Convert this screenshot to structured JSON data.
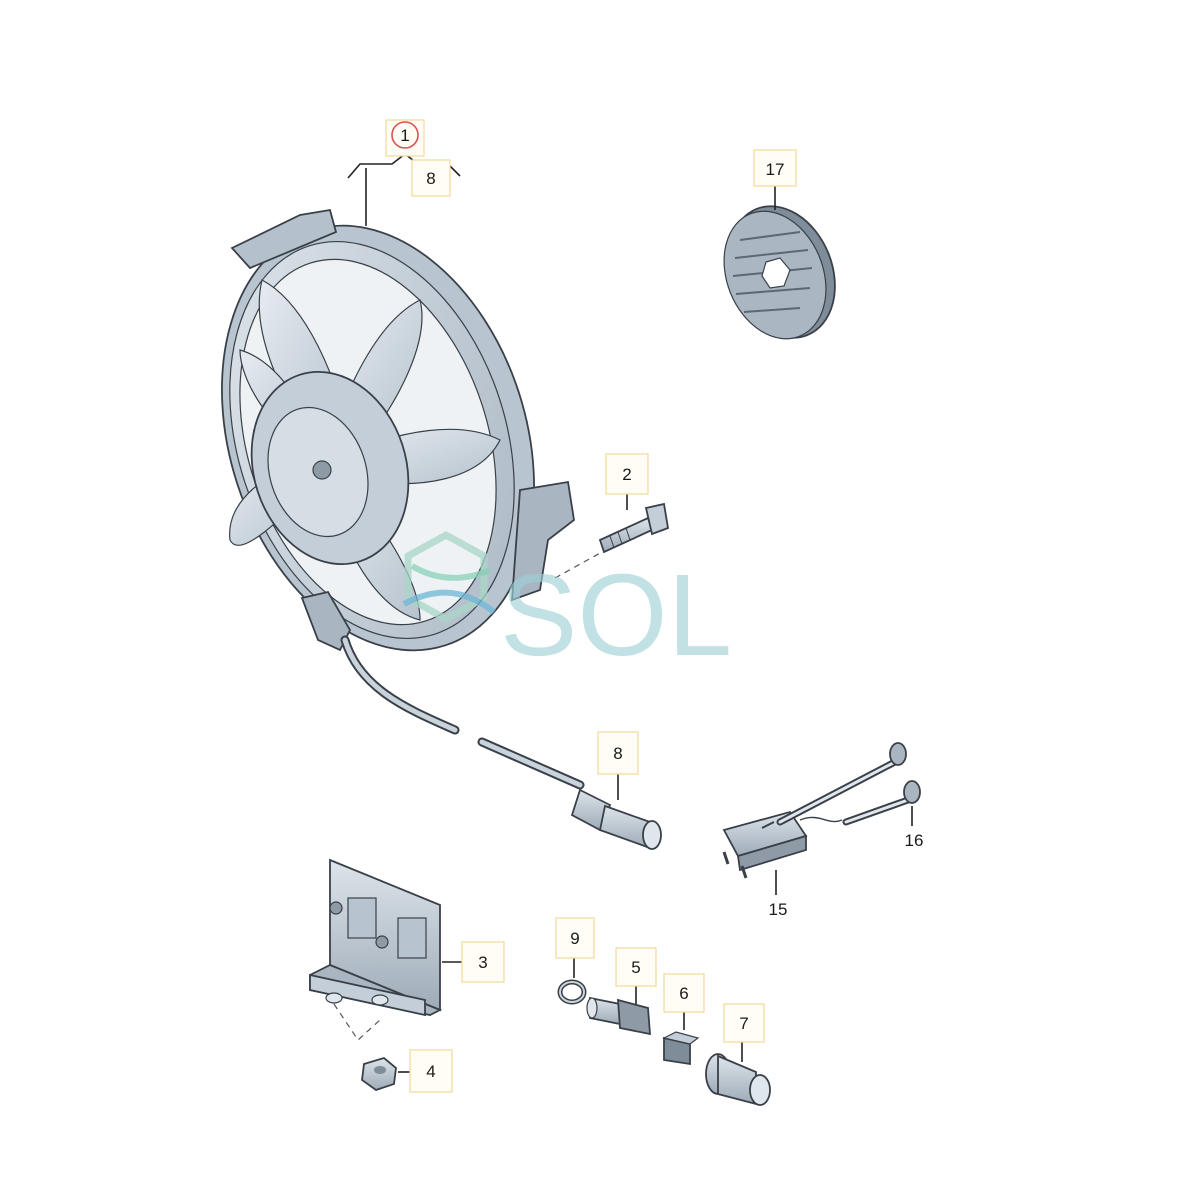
{
  "callouts": {
    "c1": "1",
    "c8_top": "8",
    "c17": "17",
    "c2": "2",
    "c8": "8",
    "c16": "16",
    "c15": "15",
    "c3": "3",
    "c9": "9",
    "c5": "5",
    "c6": "6",
    "c7": "7",
    "c4": "4"
  },
  "watermark": {
    "text": "SOL",
    "color": "#9fd1d8"
  },
  "colors": {
    "part_fill": "#c9d3dc",
    "part_shade": "#a9b6c2",
    "part_dark": "#7f8c99",
    "outline": "#3a4048",
    "highlight_circle": "#d9534f",
    "callout_box_border": "#f2d99a"
  }
}
